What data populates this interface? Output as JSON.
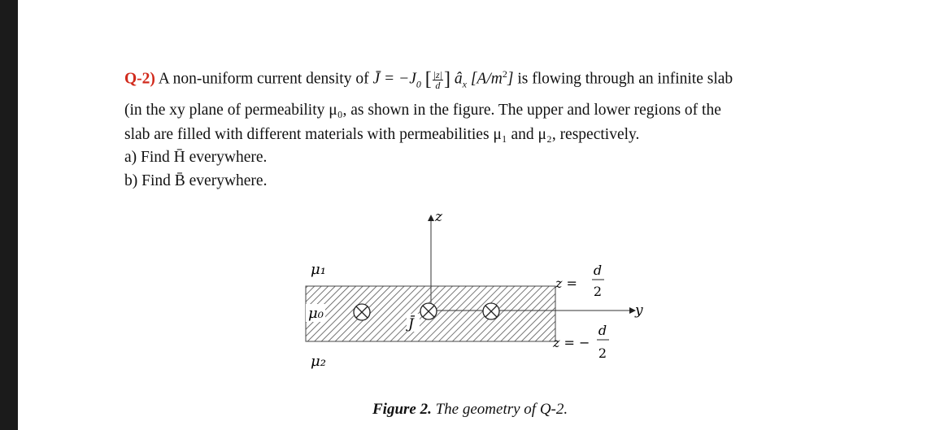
{
  "question": {
    "label": "Q-2)",
    "intro": "A non-uniform current density of",
    "j_symbol": "J̄",
    "equals": "= −J",
    "j0_sub": "0",
    "frac_num": "|z|",
    "frac_den": "d",
    "unit_vec": "â",
    "unit_vec_sub": "x",
    "units": "[A/m",
    "units_sup": "2",
    "units_close": "]",
    "line1_end": "is flowing through an infinite slab",
    "line2": "(in the xy plane of permeability μ₀, as shown in the figure. The upper and lower regions of the",
    "line3": "slab are filled with different materials with permeabilities μ₁ and μ₂, respectively.",
    "part_a": "a) Find H̄ everywhere.",
    "part_b": "b) Find B̄ everywhere."
  },
  "figure": {
    "z_axis_label": "z",
    "y_axis_label": "y",
    "mu1_label": "μ₁",
    "mu0_label": "μ₀",
    "mu2_label": "μ₂",
    "j_label": "J̄",
    "upper_z": "z =",
    "upper_num": "d",
    "upper_den": "2",
    "lower_z": "z = −",
    "lower_num": "d",
    "lower_den": "2",
    "caption_prefix": "Figure 2.",
    "caption_text": "The geometry of Q-2."
  },
  "colors": {
    "accent_red": "#d12a1c",
    "background": "#ffffff",
    "left_bar": "#1b1b1b"
  }
}
